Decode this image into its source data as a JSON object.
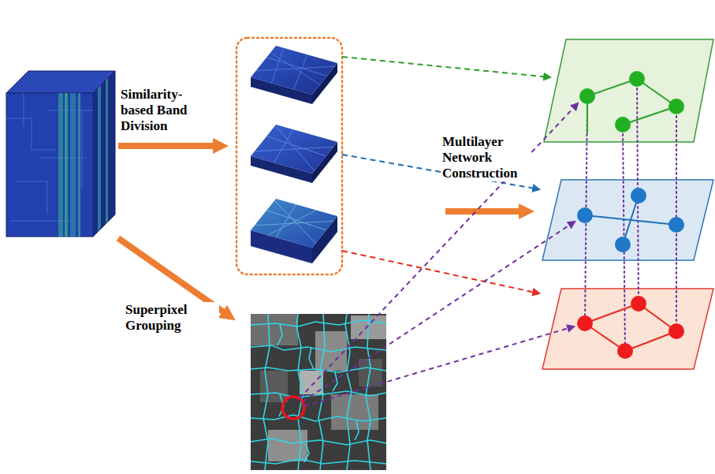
{
  "diagram": {
    "labels": [
      "Similarity-based Band Division",
      "Multilayer Network Construction",
      "Superpixel Grouping"
    ]
  }
}
